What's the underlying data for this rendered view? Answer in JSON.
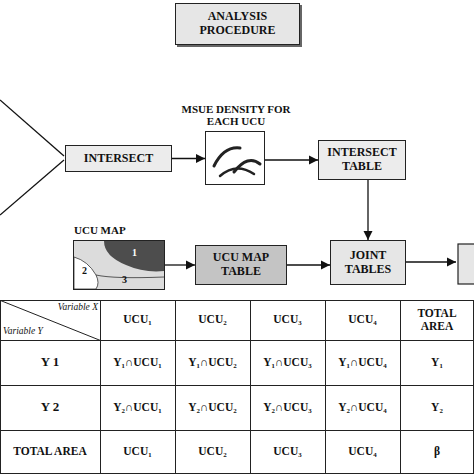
{
  "diagram": {
    "nodes": [
      {
        "text": [
          "ANALYSIS PROCEDURE"
        ]
      },
      {
        "text": [
          "INTERSECT"
        ]
      },
      {
        "text": [
          "MSUE DENSITY FOR EACH UCU"
        ]
      },
      {
        "text": [
          "INTERSECT TABLE"
        ]
      },
      {
        "text": [
          "UCU MAP"
        ]
      },
      {
        "text": [
          "UCU MAP TABLE"
        ]
      },
      {
        "text": [
          "JOINT TABLES"
        ]
      }
    ],
    "edges": [
      {
        "from": 1,
        "to": 2,
        "arrow": "to"
      },
      {
        "from": 2,
        "to": 3,
        "arrow": "to"
      },
      {
        "from": 3,
        "to": 6,
        "arrow": "to"
      },
      {
        "from": 4,
        "to": 5,
        "arrow": "to"
      },
      {
        "from": 5,
        "to": 6,
        "arrow": "to"
      }
    ],
    "labels": [
      "1",
      "2",
      "3",
      "Variable X",
      "Variable Y",
      "UCU₁",
      "UCU₂",
      "UCU₃",
      "UCU₄",
      "TOTAL AREA",
      "Y 1",
      "Y₁∩UCU₁",
      "Y₁∩UCU₂",
      "Y₁∩UCU₃",
      "Y₁∩UCU₄",
      "Y₁",
      "Y 2",
      "Y₂∩UCU₁",
      "Y₂∩UCU₂",
      "Y₂∩UCU₃",
      "Y₂∩UCU₄",
      "Y₂",
      "TOTAL AREA",
      "UCU₁",
      "UCU₂",
      "UCU₃",
      "UCU₄",
      "β"
    ]
  }
}
